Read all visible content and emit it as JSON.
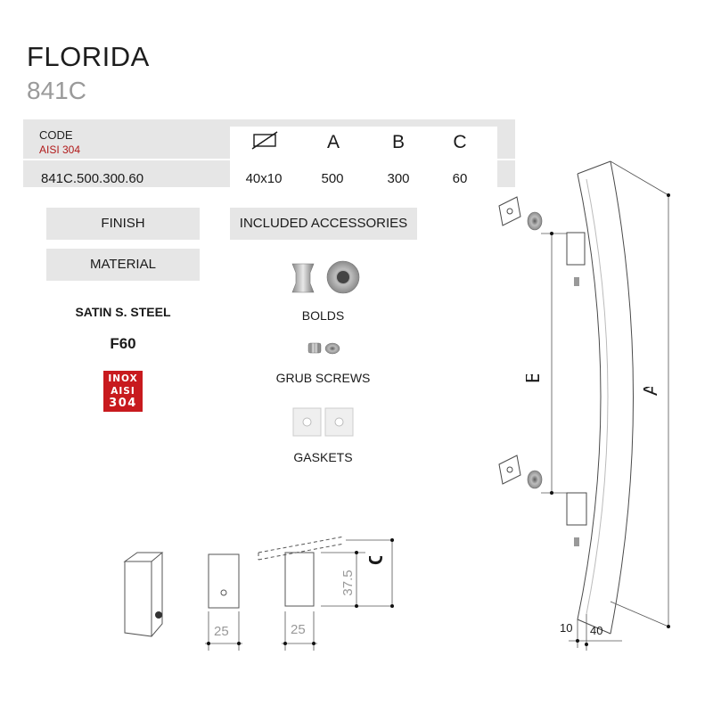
{
  "header": {
    "title": "FLORIDA",
    "subtitle": "841C"
  },
  "spec_table": {
    "code_label": "CODE",
    "material_code": "AISI 304",
    "columns": [
      "A",
      "B",
      "C"
    ],
    "code_value": "841C.500.300.60",
    "section_value": "40x10",
    "values": [
      "500",
      "300",
      "60"
    ]
  },
  "finish": {
    "finish_label": "FINISH",
    "material_label": "MATERIAL",
    "material_value": "SATIN S. STEEL",
    "finish_value": "F60"
  },
  "badge": {
    "line1": "INOX",
    "line2": "AISI",
    "line3": "304"
  },
  "accessories": {
    "title": "INCLUDED ACCESSORIES",
    "item1": "BOLDS",
    "item2": "GRUB SCREWS",
    "item3": "GASKETS"
  },
  "drawing": {
    "label_a": "A",
    "label_b": "B",
    "label_c": "C",
    "dim_thickness": "10",
    "dim_width": "40",
    "dim_base1": "25",
    "dim_base2": "25",
    "dim_height": "37.5"
  }
}
